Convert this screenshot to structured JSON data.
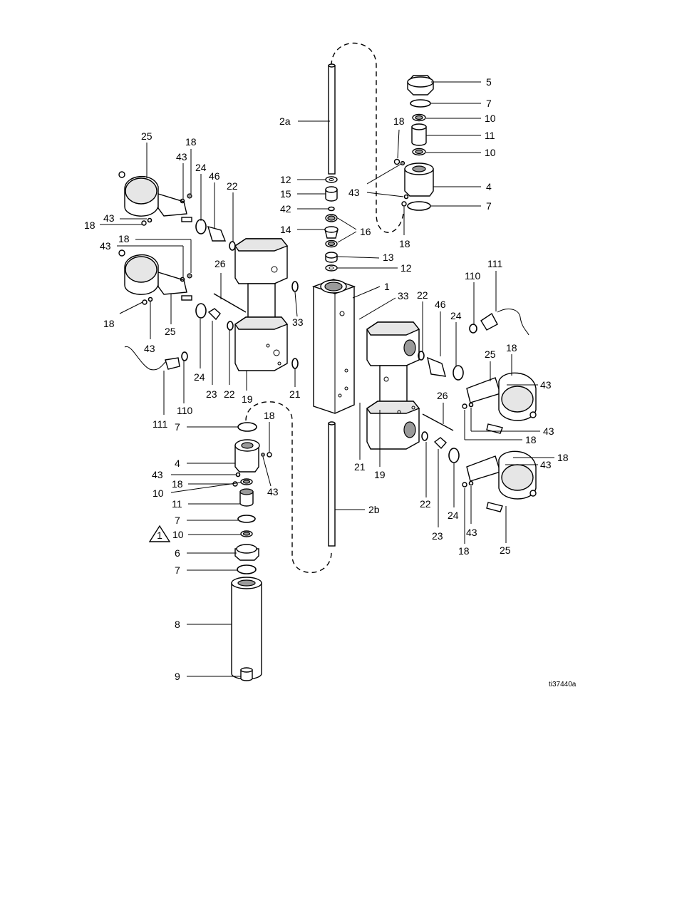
{
  "figure_id": "ti37440a",
  "note_symbol": "1",
  "labels": {
    "top_right": [
      "5",
      "7",
      "10",
      "11",
      "10",
      "4",
      "7",
      "18",
      "43",
      "18"
    ],
    "rod_column": [
      "2a",
      "12",
      "15",
      "42",
      "14",
      "16",
      "13",
      "12",
      "1",
      "33",
      "21",
      "19",
      "2b"
    ],
    "upper_left_manifold": [
      "25",
      "18",
      "43",
      "24",
      "46",
      "22",
      "43",
      "18",
      "18",
      "43",
      "26",
      "25",
      "18",
      "43",
      "24",
      "23",
      "22",
      "19",
      "33",
      "21",
      "111",
      "110"
    ],
    "right_manifold": [
      "111",
      "110",
      "22",
      "46",
      "24",
      "25",
      "18",
      "43",
      "26",
      "18",
      "43",
      "18",
      "43",
      "21",
      "19",
      "22",
      "23",
      "24",
      "43",
      "18",
      "25"
    ],
    "lower_left_stack": [
      "18",
      "7",
      "4",
      "43",
      "43",
      "18",
      "10",
      "11",
      "7",
      "10",
      "6",
      "7",
      "8",
      "9"
    ]
  }
}
